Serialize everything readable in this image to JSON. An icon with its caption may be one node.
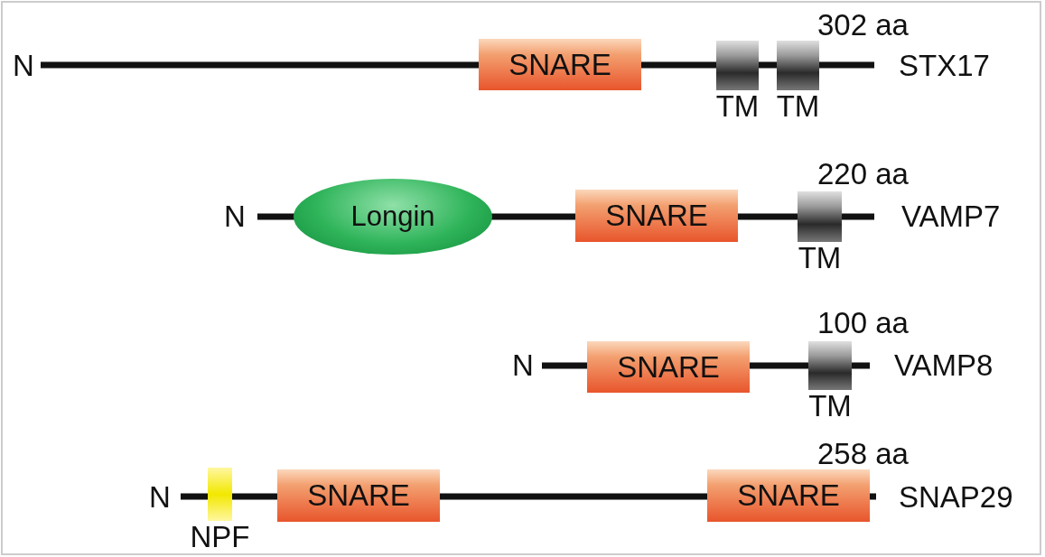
{
  "diagram": {
    "nodes": [
      {
        "text": [
          "SNARE"
        ]
      },
      {
        "text": [
          "TM"
        ]
      },
      {
        "text": [
          "TM"
        ]
      },
      {
        "text": [
          "Longin"
        ]
      },
      {
        "text": [
          "SNARE"
        ]
      },
      {
        "text": [
          "TM"
        ]
      },
      {
        "text": [
          "SNARE"
        ]
      },
      {
        "text": [
          "TM"
        ]
      },
      {
        "text": [
          "NPF"
        ]
      },
      {
        "text": [
          "SNARE"
        ]
      },
      {
        "text": [
          "SNARE"
        ]
      }
    ],
    "labels": [
      "302 aa",
      "N",
      "STX17",
      "220 aa",
      "N",
      "VAMP7",
      "100 aa",
      "N",
      "VAMP8",
      "258 aa",
      "N",
      "SNAP29"
    ]
  }
}
